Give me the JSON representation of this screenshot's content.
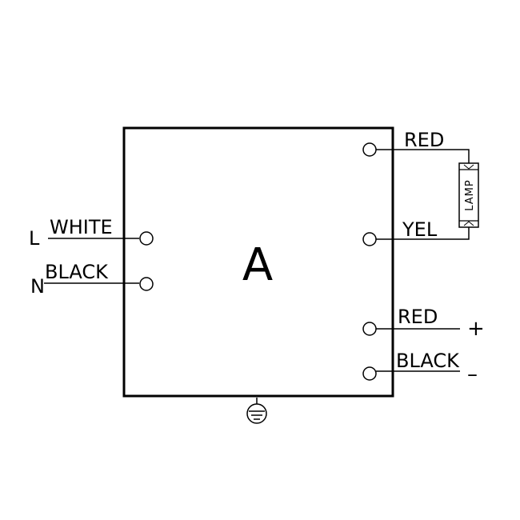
{
  "diagram": {
    "box_label": "A",
    "left_terminals": [
      {
        "side_label": "L",
        "wire_label": "WHITE"
      },
      {
        "side_label": "N",
        "wire_label": "BLACK"
      }
    ],
    "lamp_terminals": [
      {
        "wire_label": "RED"
      },
      {
        "wire_label": "YEL"
      }
    ],
    "lamp_label": "LAMP",
    "output_terminals": [
      {
        "wire_label": "RED",
        "polarity": "+"
      },
      {
        "wire_label": "BLACK",
        "polarity": "–"
      }
    ],
    "ground_symbol": "ground-icon"
  }
}
